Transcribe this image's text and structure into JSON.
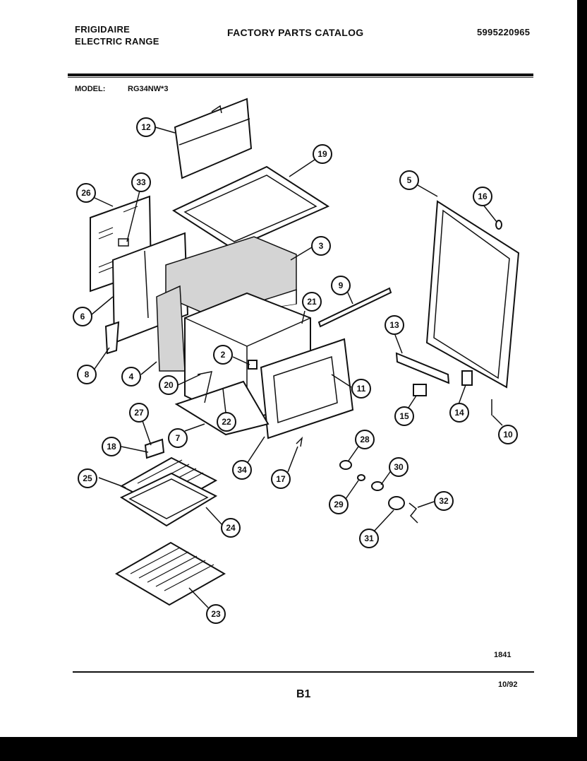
{
  "header": {
    "brand_line1": "FRIGIDAIRE",
    "brand_line2": "ELECTRIC RANGE",
    "title": "FACTORY PARTS CATALOG",
    "part_number": "5995220965"
  },
  "model": {
    "label": "MODEL:",
    "value": "RG34NW*3"
  },
  "callouts": [
    "12",
    "19",
    "26",
    "33",
    "3",
    "5",
    "16",
    "6",
    "9",
    "21",
    "13",
    "2",
    "8",
    "4",
    "11",
    "20",
    "22",
    "15",
    "14",
    "10",
    "27",
    "7",
    "18",
    "28",
    "17",
    "34",
    "30",
    "25",
    "29",
    "32",
    "24",
    "31",
    "23"
  ],
  "footer": {
    "diagram_number": "1841",
    "page_code": "B1",
    "date": "10/92"
  }
}
